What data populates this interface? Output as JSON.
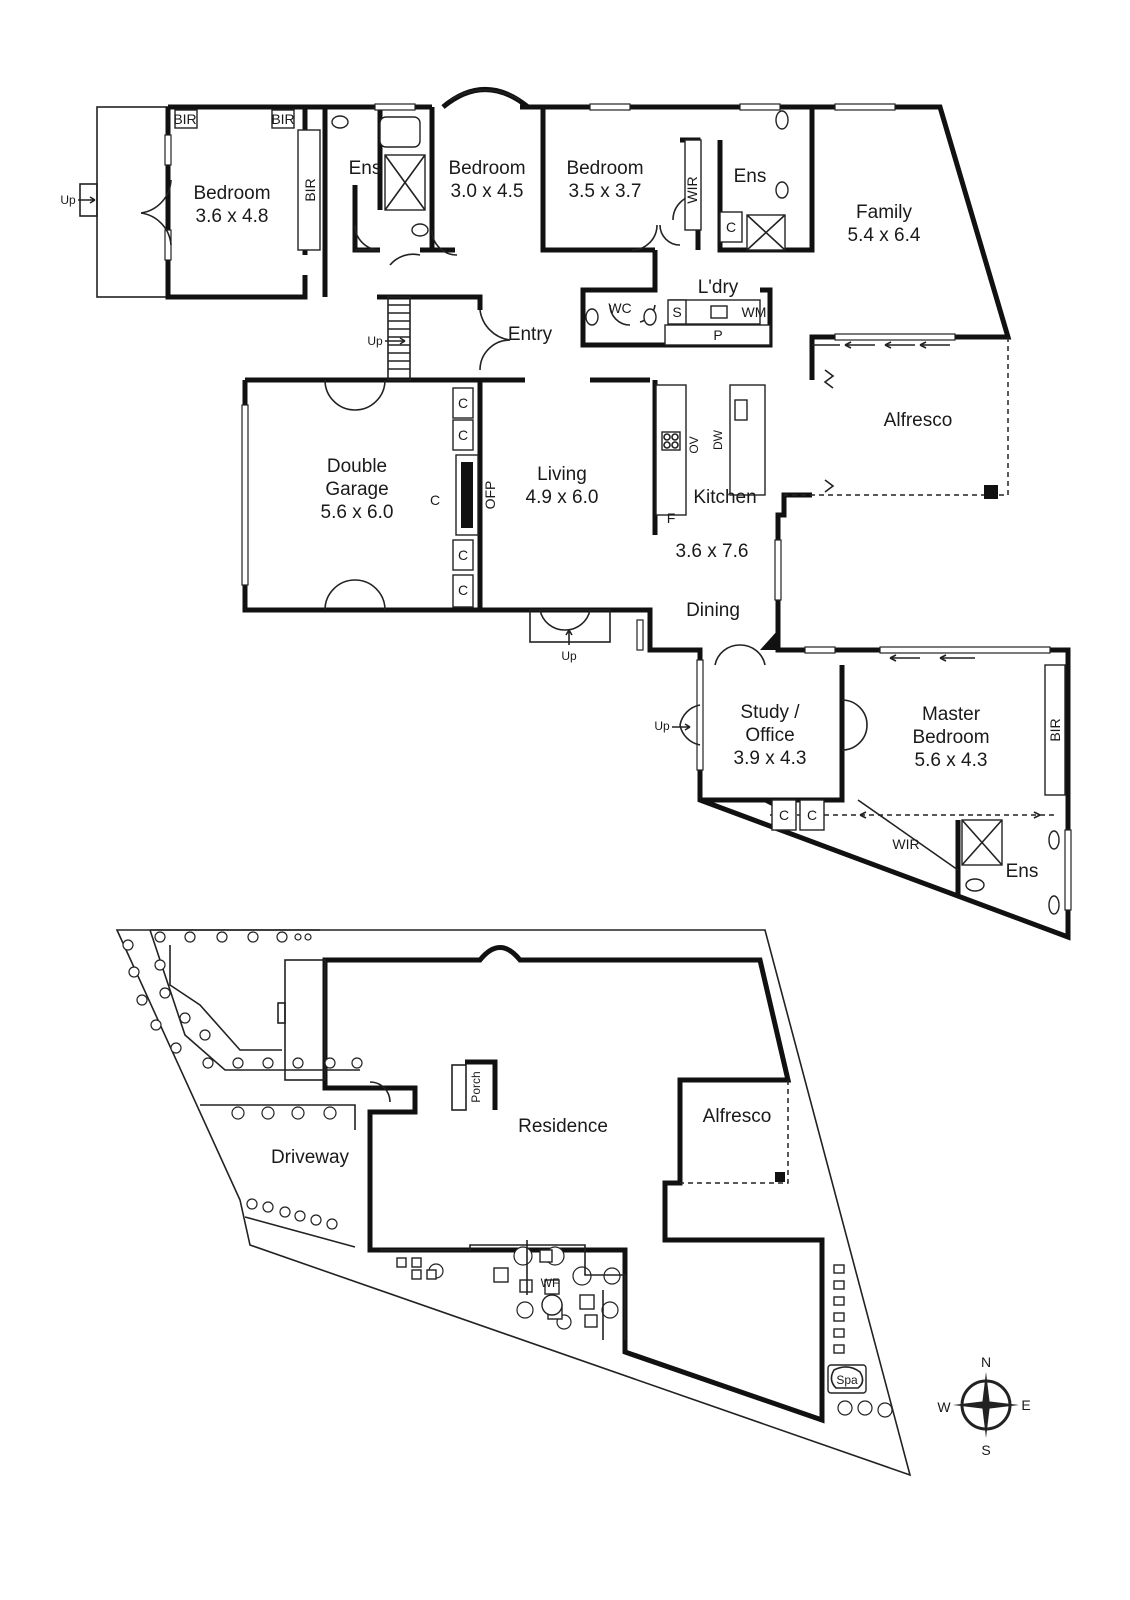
{
  "floor_plan": {
    "rooms": [
      {
        "name": "Bedroom",
        "size": "3.6 x 4.8"
      },
      {
        "name": "Bedroom",
        "size": "3.0 x 4.5"
      },
      {
        "name": "Bedroom",
        "size": "3.5 x 3.7"
      },
      {
        "name": "Family",
        "size": "5.4 x 6.4"
      },
      {
        "name": "Double Garage",
        "size": "5.6 x 6.0"
      },
      {
        "name": "Living",
        "size": "4.9 x 6.0"
      },
      {
        "name": "Kitchen",
        "size": "3.6 x 7.6"
      },
      {
        "name": "Study / Office",
        "size": "3.9 x 4.3"
      },
      {
        "name": "Master Bedroom",
        "size": "5.6 x 4.3"
      }
    ],
    "labels": {
      "ens": "Ens",
      "bir": "BIR",
      "wir": "WIR",
      "entry": "Entry",
      "wc": "WC",
      "laundry": "L'dry",
      "wm": "WM",
      "s": "S",
      "p": "P",
      "alfresco": "Alfresco",
      "dining": "Dining",
      "c": "C",
      "f": "F",
      "ofp": "OFP",
      "ov": "OV",
      "dw": "DW",
      "up": "Up",
      "double": "Double",
      "garage": "Garage",
      "study": "Study /",
      "office": "Office",
      "master": "Master"
    }
  },
  "site_plan": {
    "residence": "Residence",
    "driveway": "Driveway",
    "alfresco": "Alfresco",
    "porch": "Porch",
    "spa": "Spa",
    "wf": "WF"
  },
  "compass": {
    "n": "N",
    "s": "S",
    "e": "E",
    "w": "W"
  }
}
